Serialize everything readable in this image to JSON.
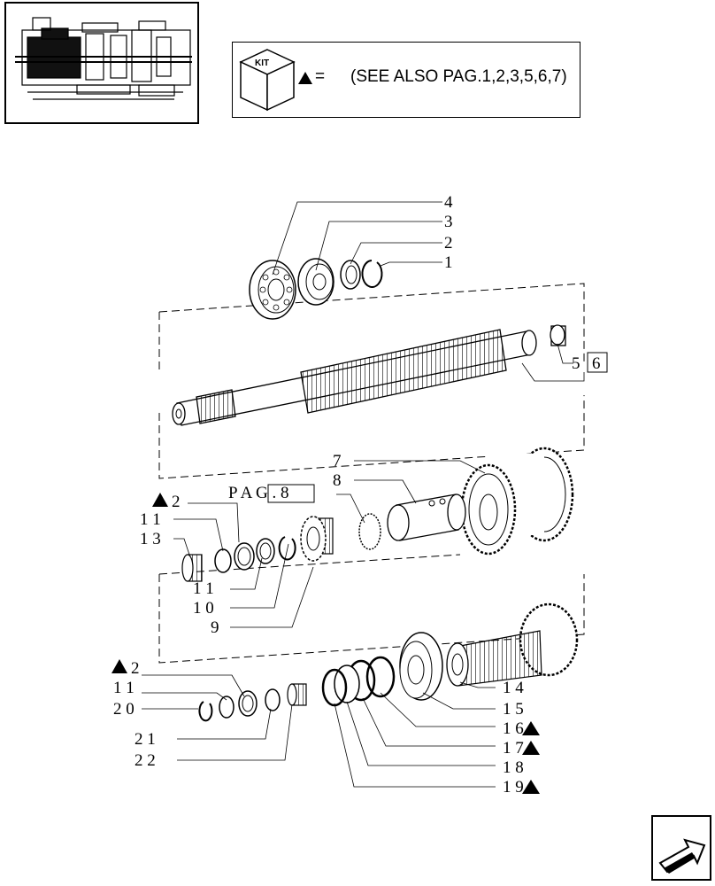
{
  "header": {
    "kit_label": "KIT",
    "equals": "=",
    "see_also": "(SEE ALSO PAG.1,2,3,5,6,7)"
  },
  "callouts": {
    "c1": "1",
    "c2": "2",
    "c3": "3",
    "c4": "4",
    "c5": "5",
    "c6": "6",
    "c7": "7",
    "c8": "8",
    "c9": "9",
    "c10": "1 0",
    "c11a": "1 1",
    "c11b": "1 1",
    "c11c": "1 1",
    "c12a": "2",
    "c12b": "2",
    "c13": "1 3",
    "c14": "1 4",
    "c15": "1 5",
    "c16": "1 6",
    "c17": "1 7",
    "c18": "1 8",
    "c19": "1 9",
    "c20": "2 0",
    "c21": "2 1",
    "c22": "2 2",
    "pag_ref": "P A G . 8"
  },
  "icons": [
    "kit-cube-icon",
    "triangle-marker-icon",
    "next-page-arrow-icon"
  ],
  "colors": {
    "ink": "#000000",
    "paper": "#ffffff"
  }
}
